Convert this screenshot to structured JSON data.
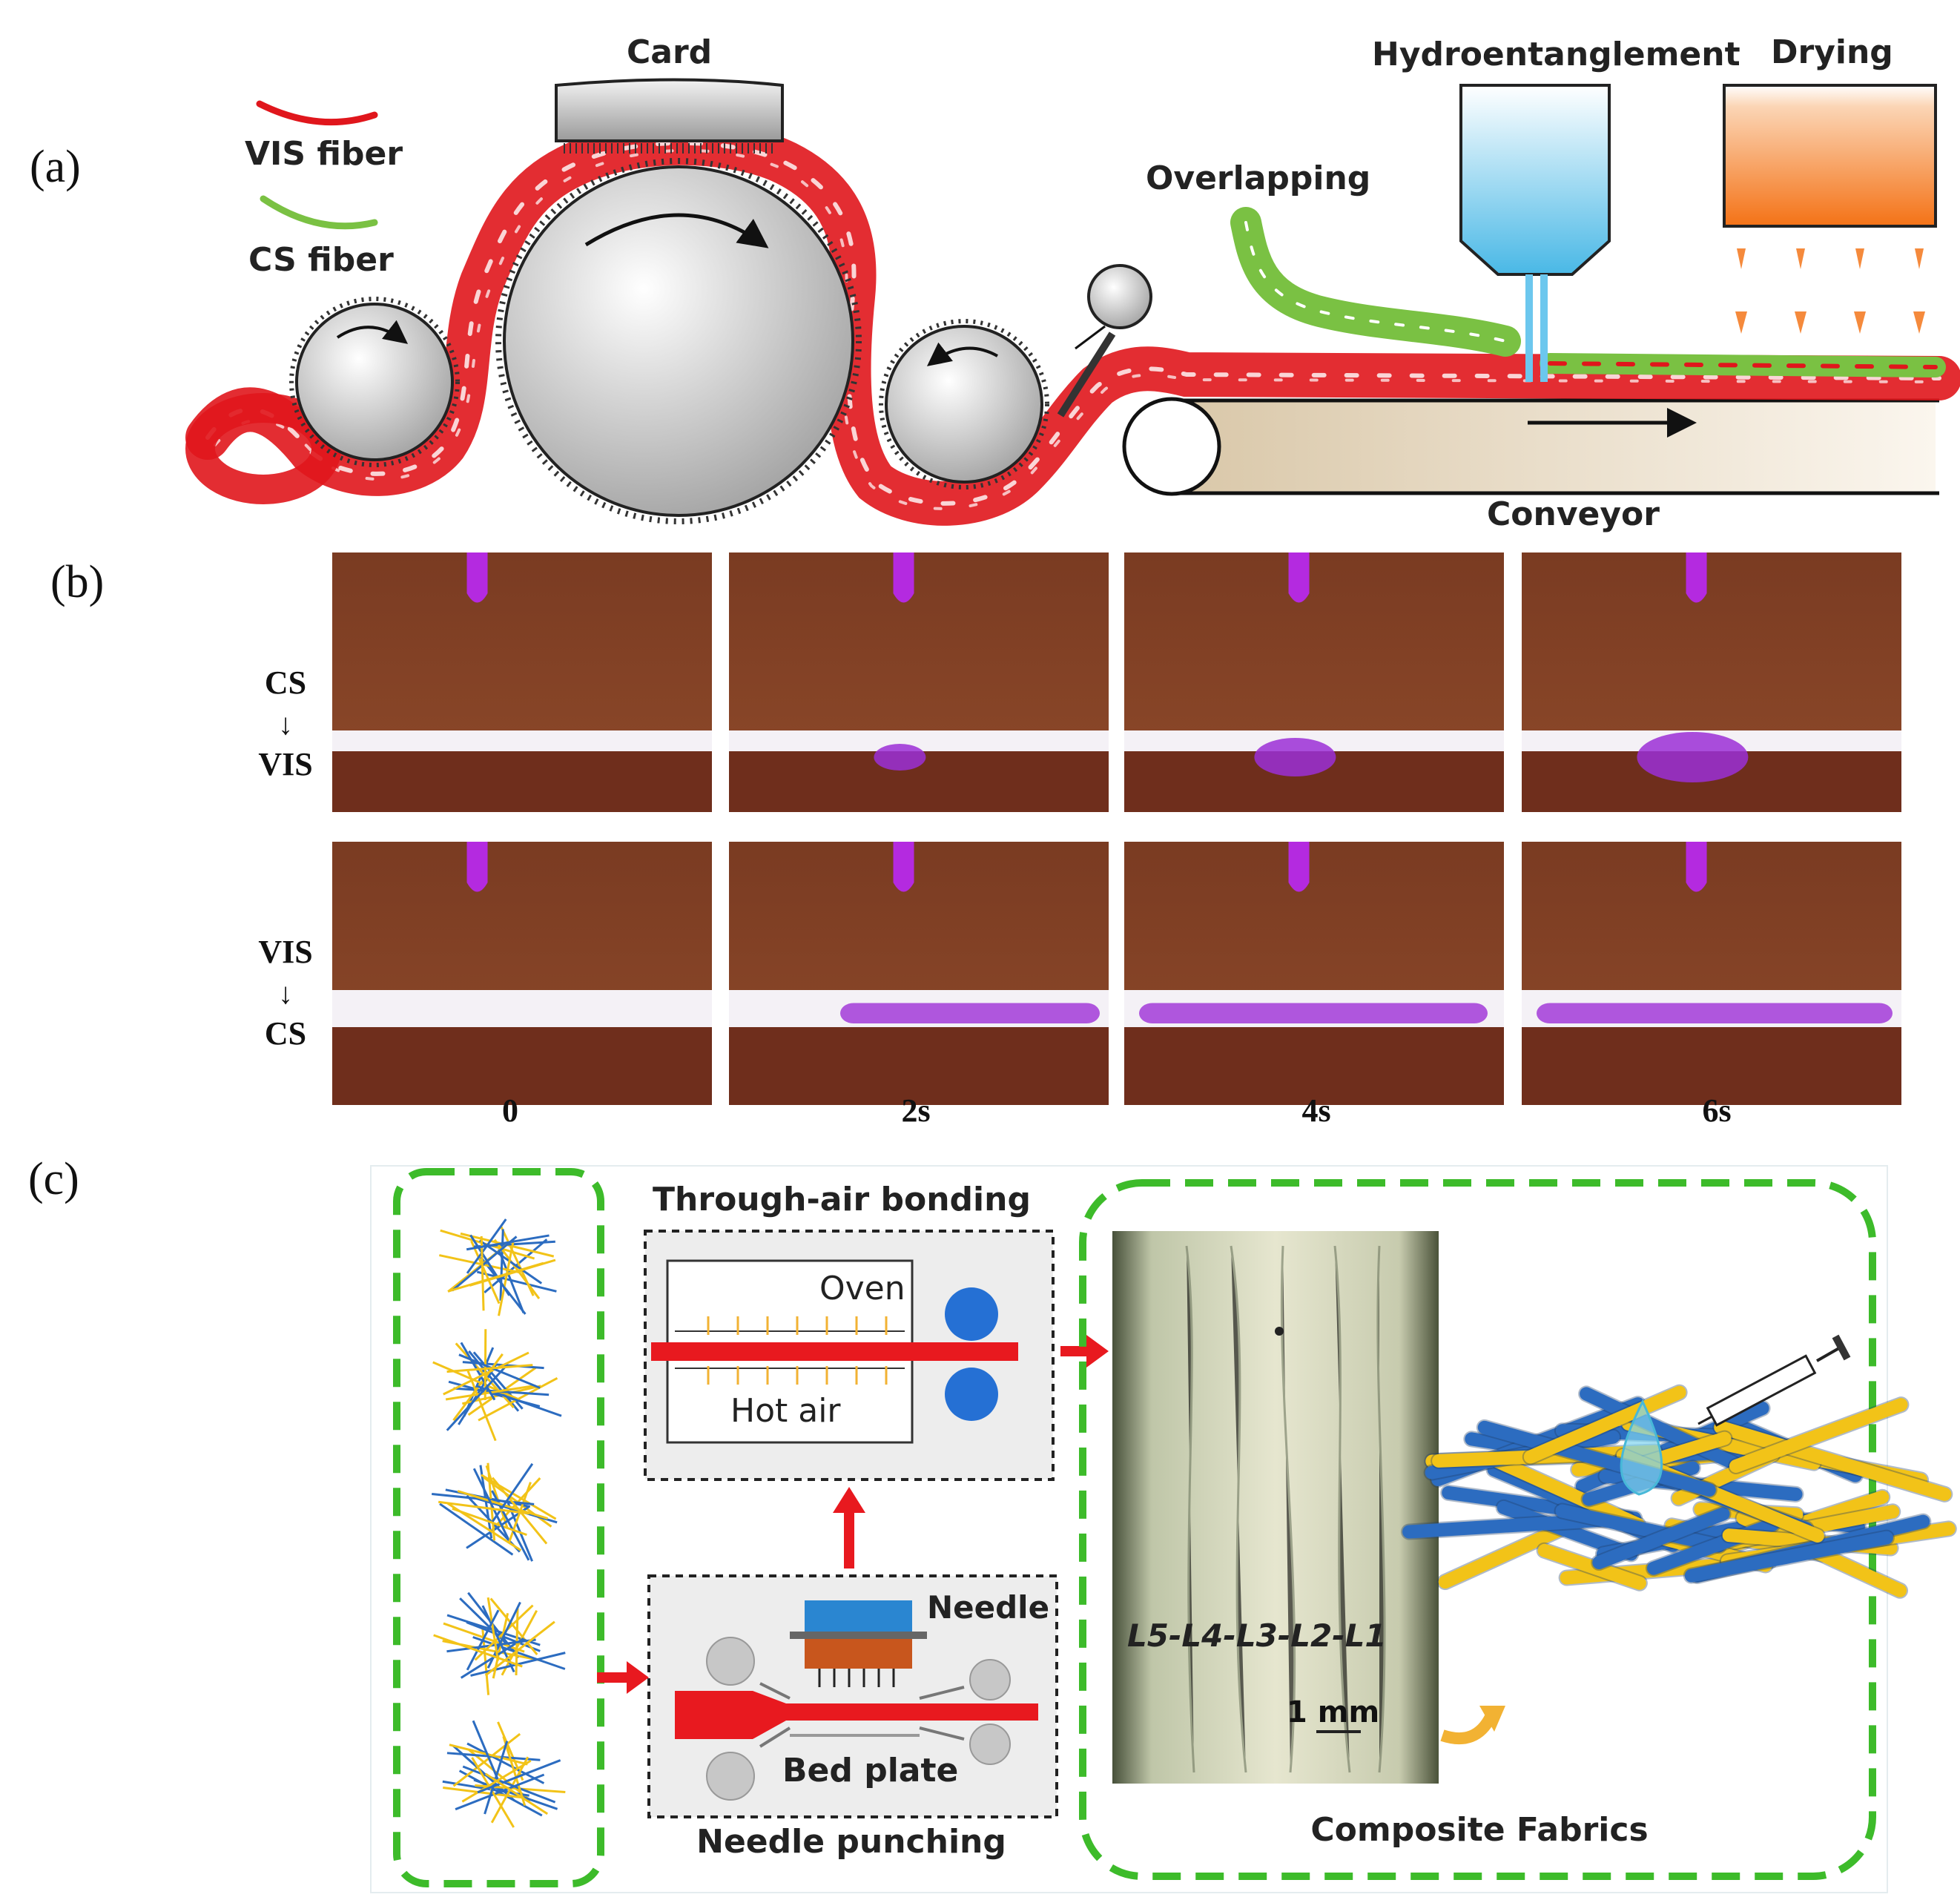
{
  "panels": {
    "a": "(a)",
    "b": "(b)",
    "c": "(c)"
  },
  "panel_a": {
    "legend_vis": "VIS fiber",
    "legend_cs": "CS fiber",
    "card": "Card",
    "hydroentanglement": "Hydroentanglement",
    "drying": "Drying",
    "overlapping": "Overlapping",
    "conveyor": "Conveyor"
  },
  "panel_b": {
    "row1_top": "CS",
    "row1_arrow": "↓",
    "row1_bottom": "VIS",
    "row2_top": "VIS",
    "row2_arrow": "↓",
    "row2_bottom": "CS",
    "times": [
      "0",
      "2s",
      "4s",
      "6s"
    ]
  },
  "panel_c": {
    "through_air": "Through-air bonding",
    "oven": "Oven",
    "hot_air": "Hot air",
    "needle": "Needle",
    "bed_plate": "Bed plate",
    "needle_punching": "Needle punching",
    "layer_code": "L5-L4-L3-L2-L1",
    "scale": "1 mm",
    "composite": "Composite Fabrics"
  },
  "colors": {
    "vis_fiber": "#e0161c",
    "cs_fiber": "#7ac143",
    "green_dash": "#3dbb2a",
    "blue_fiber": "#2c6cc0",
    "yellow_fiber": "#f2c318",
    "red_arrow": "#e8191f"
  }
}
